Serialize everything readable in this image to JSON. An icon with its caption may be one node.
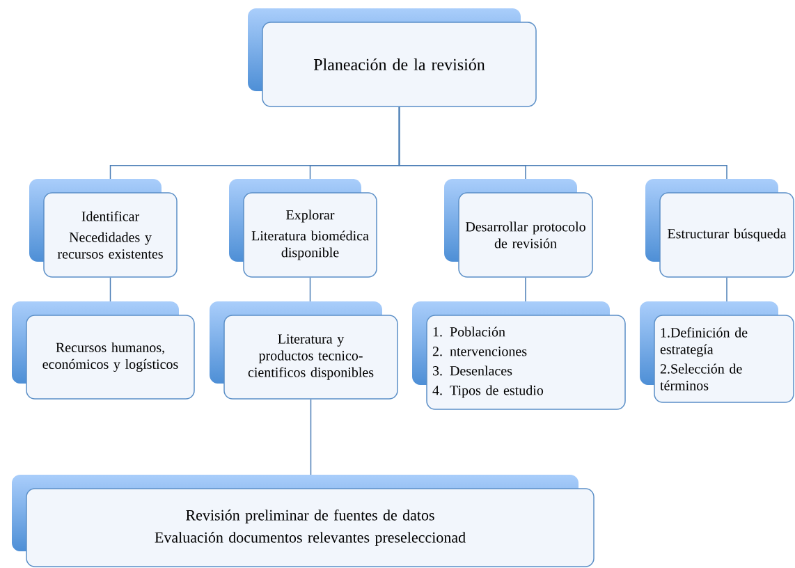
{
  "diagram": {
    "nodes": [
      {
        "text": [
          "Planeación de la revisión"
        ]
      },
      {
        "text": [
          "Identificar",
          "Necedidades y recursos existentes"
        ]
      },
      {
        "text": [
          "Explorar",
          "Literatura biomédica disponible"
        ]
      },
      {
        "text": [
          "Desarrollar protocolo de revisión"
        ]
      },
      {
        "text": [
          "Estructurar búsqueda"
        ]
      },
      {
        "text": [
          "Recursos humanos, económicos y logísticos"
        ]
      },
      {
        "text": [
          "Literatura y productos tecnico-cientificos disponibles"
        ]
      },
      {
        "text": [
          "1. Población",
          "2. ntervenciones",
          "3. Desenlaces",
          "4. Tipos de estudio"
        ]
      },
      {
        "text": [
          "1.Definición de estrategía",
          "2.Selección de términos"
        ]
      },
      {
        "text": [
          "Revisión preliminar de fuentes de datos",
          "Evaluación documentos relevantes preseleccionad"
        ]
      }
    ],
    "edges": [
      {
        "from": 0,
        "to": 1,
        "arrow": "none"
      },
      {
        "from": 0,
        "to": 2,
        "arrow": "none"
      },
      {
        "from": 0,
        "to": 3,
        "arrow": "none"
      },
      {
        "from": 0,
        "to": 4,
        "arrow": "none"
      },
      {
        "from": 1,
        "to": 5,
        "arrow": "none"
      },
      {
        "from": 2,
        "to": 6,
        "arrow": "none"
      },
      {
        "from": 3,
        "to": 7,
        "arrow": "none"
      },
      {
        "from": 4,
        "to": 8,
        "arrow": "none"
      },
      {
        "from": 6,
        "to": 9,
        "arrow": "none"
      }
    ]
  }
}
